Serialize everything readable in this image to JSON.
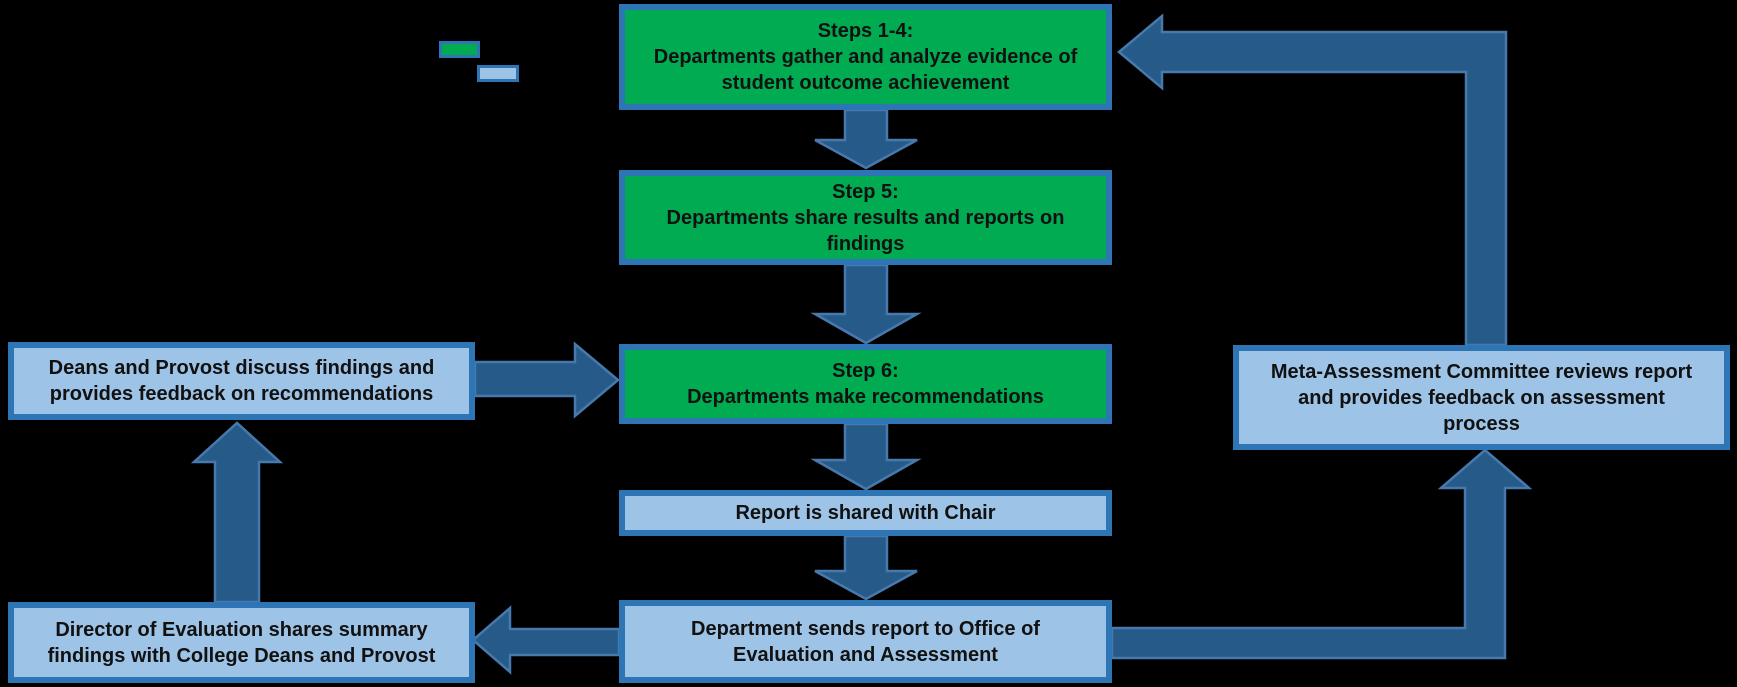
{
  "colors": {
    "background": "#000000",
    "green": "#00AB51",
    "light_blue": "#9DC3E6",
    "border_blue": "#2E75B6",
    "arrow_fill": "#265A88",
    "arrow_stroke": "#4879AD",
    "text": "#111111"
  },
  "legend": {
    "green_swatch": "green-step-marker",
    "blue_swatch": "blue-step-marker"
  },
  "boxes": {
    "steps_1_4": {
      "text": "Steps 1-4:\nDepartments gather and analyze evidence of\nstudent outcome achievement"
    },
    "step_5": {
      "text": "Step 5:\nDepartments share results and reports on\nfindings"
    },
    "step_6": {
      "text": "Step 6:\nDepartments make recommendations"
    },
    "report_chair": {
      "text": "Report is shared with Chair"
    },
    "dept_sends": {
      "text": "Department sends report to Office of\nEvaluation and Assessment"
    },
    "deans_provost": {
      "text": "Deans and Provost discuss findings and\nprovides feedback on recommendations"
    },
    "director_evaluation": {
      "text": "Director of Evaluation shares summary\nfindings with College Deans and Provost"
    },
    "meta_assessment": {
      "text": "Meta-Assessment Committee reviews report\nand provides feedback on assessment\nprocess"
    }
  }
}
